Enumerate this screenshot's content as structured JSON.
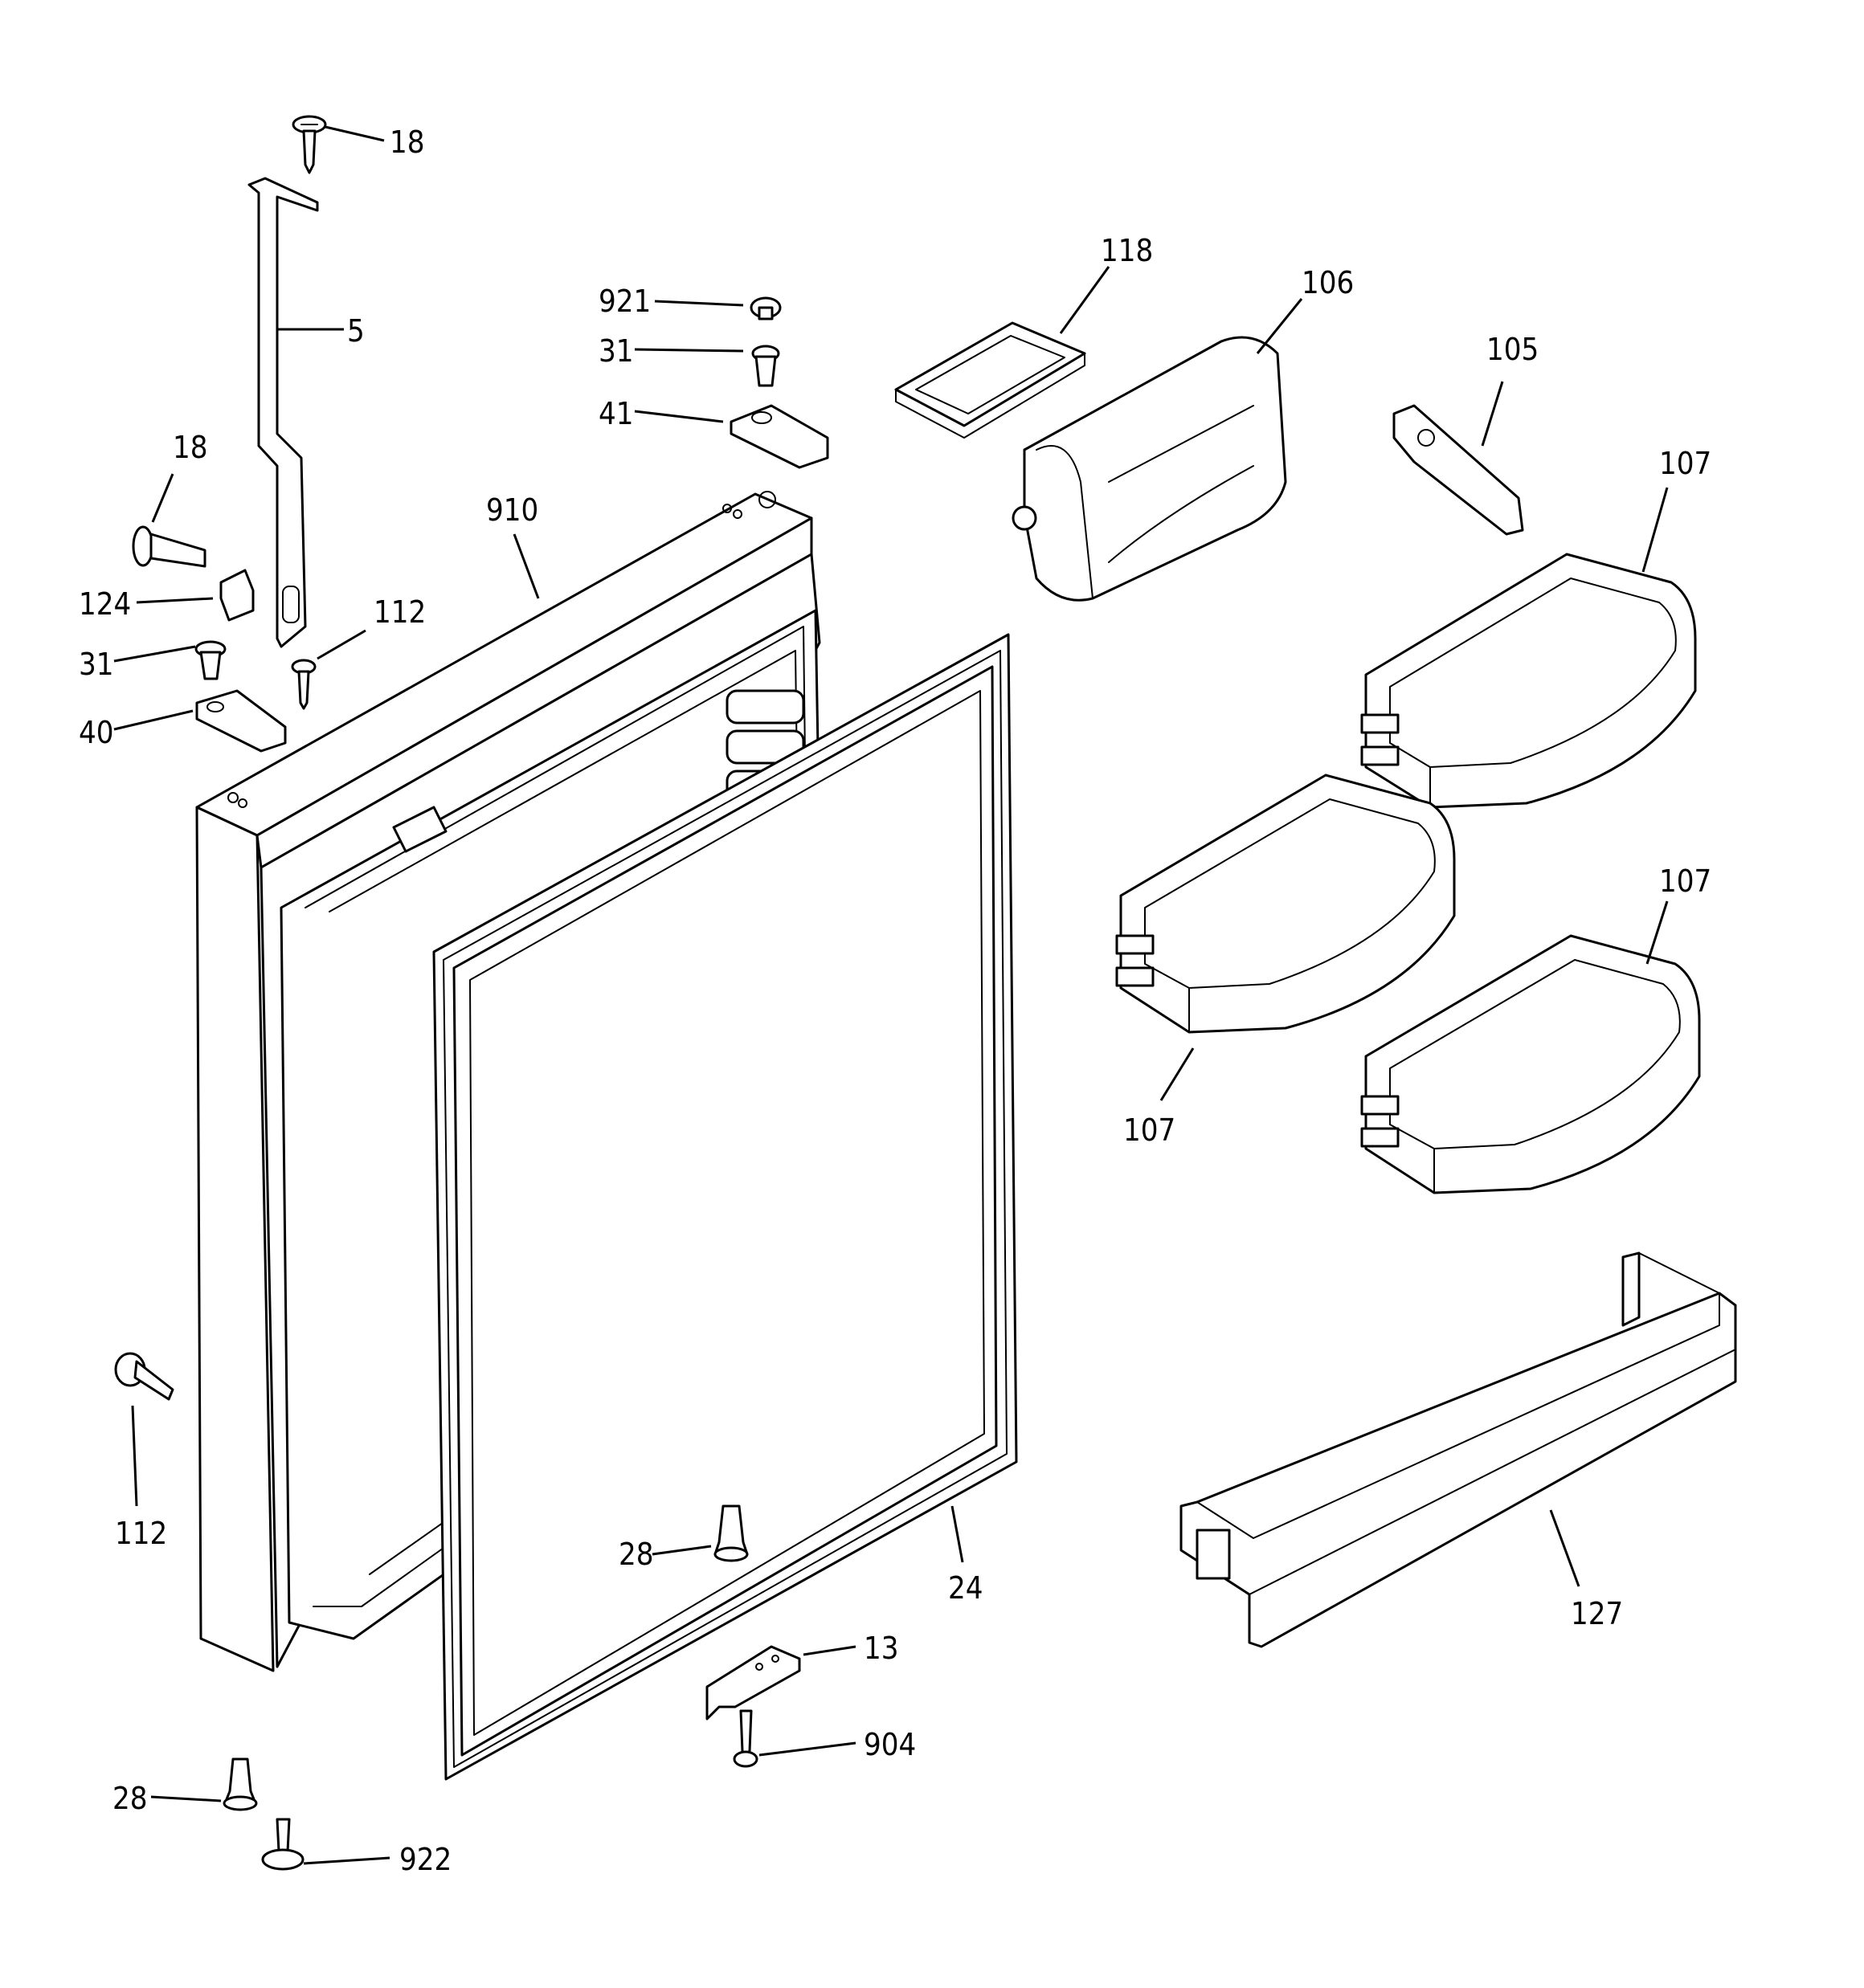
{
  "diagram": {
    "labels": {
      "p18_top": "18",
      "p5": "5",
      "p921": "921",
      "p31_top": "31",
      "p41": "41",
      "p118": "118",
      "p106": "106",
      "p105": "105",
      "p107_a": "107",
      "p18_left": "18",
      "p910": "910",
      "p124": "124",
      "p112_top": "112",
      "p31_left": "31",
      "p40": "40",
      "p107_b": "107",
      "p107_c": "107",
      "p112_bottom": "112",
      "p28_mid": "28",
      "p24": "24",
      "p127": "127",
      "p13": "13",
      "p904": "904",
      "p28_bottom": "28",
      "p922": "922"
    }
  }
}
